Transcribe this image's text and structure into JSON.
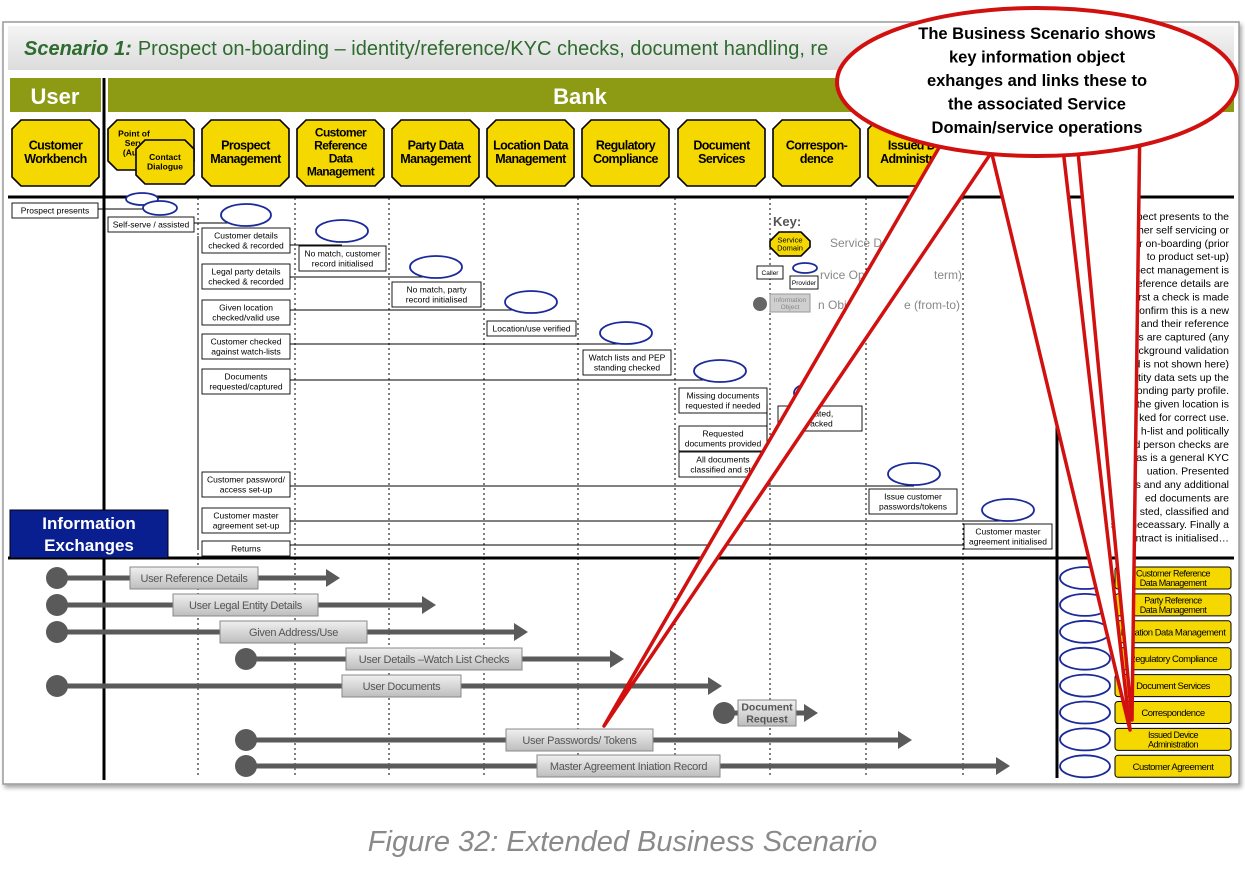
{
  "title": {
    "scenario": "Scenario 1:",
    "text": "Prospect on-boarding – identity/reference/KYC checks, document handling, re"
  },
  "lanes": {
    "user": "User",
    "bank": "Bank"
  },
  "domains": [
    {
      "lines": [
        "Customer",
        "Workbench"
      ]
    },
    {
      "lines": [
        "Prospect",
        "Management"
      ]
    },
    {
      "lines": [
        "Customer",
        "Reference",
        "Data",
        "Management"
      ]
    },
    {
      "lines": [
        "Party Data",
        "Management"
      ]
    },
    {
      "lines": [
        "Location Data",
        "Management"
      ]
    },
    {
      "lines": [
        "Regulatory",
        "Compliance"
      ]
    },
    {
      "lines": [
        "Document",
        "Services"
      ]
    },
    {
      "lines": [
        "Correspon-",
        "dence"
      ]
    },
    {
      "lines": [
        "Issued D",
        "Administrat"
      ]
    }
  ],
  "stacked_domains": {
    "back": [
      "Point of",
      "Serv",
      "(Auto"
    ],
    "front": [
      "Contact",
      "Dialogue"
    ]
  },
  "steps": [
    {
      "lines": [
        "Prospect presents"
      ]
    },
    {
      "lines": [
        "Self-serve / assisted"
      ]
    },
    {
      "lines": [
        "Customer details",
        "checked & recorded"
      ]
    },
    {
      "lines": [
        "No match, customer",
        "record initialised"
      ]
    },
    {
      "lines": [
        "Legal party details",
        "checked & recorded"
      ]
    },
    {
      "lines": [
        "No match, party",
        "record initialised"
      ]
    },
    {
      "lines": [
        "Given location",
        "checked/valid use"
      ]
    },
    {
      "lines": [
        "Location/use verified"
      ]
    },
    {
      "lines": [
        "Customer checked",
        "against watch-lists"
      ]
    },
    {
      "lines": [
        "Watch lists and PEP",
        "standing checked"
      ]
    },
    {
      "lines": [
        "Documents",
        "requested/captured"
      ]
    },
    {
      "lines": [
        "Missing documents",
        "requested if needed"
      ]
    },
    {
      "lines": [
        "Requested",
        "documents provided"
      ]
    },
    {
      "lines": [
        "All documents",
        "classified and sto"
      ]
    },
    {
      "lines": [
        "Customer password/",
        "access set-up"
      ]
    },
    {
      "lines": [
        "Issue customer",
        "passwords/tokens"
      ]
    },
    {
      "lines": [
        "Customer master",
        "agreement set-up"
      ]
    },
    {
      "lines": [
        "Customer master",
        "agreement initialised"
      ]
    },
    {
      "lines": [
        "Returns"
      ]
    },
    {
      "lines": [
        "erated,",
        "racked"
      ]
    }
  ],
  "key": {
    "title": "Key:",
    "service_domain_box": [
      "Service",
      "Domain"
    ],
    "service_domain_label": "Service Do",
    "service_op_label": "rvice Operatio",
    "service_op_term": "term)",
    "caller": "Caller",
    "provider": "Provider",
    "info_object_box": [
      "Information",
      "Object"
    ],
    "info_object_label": "n Obj",
    "info_object_range": "e (from-to)"
  },
  "description": [
    "prospect presents to the",
    "– either self servicing or",
    "ted for on-boarding (prior",
    "to product set-up)",
    "ospect management is",
    "d. Reference details are",
    "ed. First a check is made",
    "onfirm this is a new",
    "mer and their reference",
    "ils are captured (any",
    "ckground validation",
    "ned is not shown here)",
    "entity data sets up the",
    "ponding party profile.",
    "the given location is",
    "ked for correct use.",
    "h-list and politically",
    "d person checks are",
    "as is a general KYC",
    "uation. Presented",
    "do   ts and any additional",
    "ed documents are",
    "n   sted, classified and",
    "stor   neceassary. Finally a",
    "mas   ntract is initialised…"
  ],
  "info_exchanges": {
    "title_lines": [
      "Information",
      "Exchanges"
    ],
    "items": [
      {
        "label": "User Reference Details"
      },
      {
        "label": "User Legal Entity Details"
      },
      {
        "label": "Given Address/Use"
      },
      {
        "label": "User Details –Watch List Checks"
      },
      {
        "label": "User Documents"
      },
      {
        "label": "Document Request"
      },
      {
        "label": "User Passwords/ Tokens"
      },
      {
        "label": "Master Agreement Iniation Record"
      }
    ]
  },
  "legend_right": [
    {
      "label": "Customer Reference Data Management"
    },
    {
      "label": "Party Reference Data Management"
    },
    {
      "label": "Location Data Management"
    },
    {
      "label": "Regulatory Compliance"
    },
    {
      "label": "Document Services"
    },
    {
      "label": "Correspondence"
    },
    {
      "label": "Issued Device Administration"
    },
    {
      "label": "Customer Agreement"
    }
  ],
  "callout": {
    "lines": [
      "The Business Scenario shows",
      "key information object",
      "exhanges and links these to",
      "the associated Service",
      "Domain/service operations"
    ]
  },
  "caption": "Figure 32: Extended Business Scenario",
  "colors": {
    "lane_green": "#8c9a14",
    "domain_yellow": "#f5d800",
    "navy": "#0a1f8f",
    "title_green": "#2e6b2e",
    "callout_red": "#d11010",
    "arrow_grey": "#5a5a5a",
    "oval_blue": "#1a2a9a"
  }
}
